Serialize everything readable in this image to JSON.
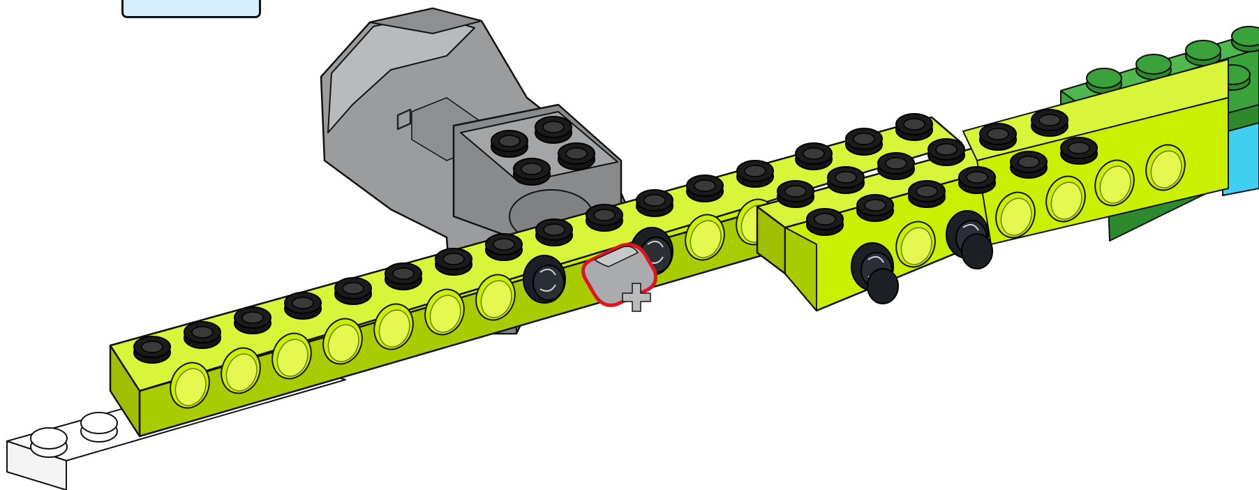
{
  "colors": {
    "background": "#ffffff",
    "lime": "#c8f000",
    "lime_light": "#d8f53a",
    "lime_dark": "#a9cc00",
    "hole": "#e4f850",
    "green": "#3aa23a",
    "green_dark": "#2c8a2c",
    "green_light": "#4fb84f",
    "azure": "#3fd0f2",
    "motor_grey": "#9a9c9e",
    "motor_grey_light": "#b8babc",
    "motor_grey_dark": "#7f8183",
    "stud_black": "#151515",
    "pin_black": "#1c2025",
    "callout_fill": "#d7eeff",
    "highlight_red": "#e0141e",
    "axle_grey": "#a9abad",
    "outline": "#111111"
  },
  "parts": [
    {
      "name": "medium-motor",
      "color": "motor_grey"
    },
    {
      "name": "beam-1x16-lime",
      "color": "lime",
      "studs": 16
    },
    {
      "name": "brick-2x4-lime",
      "color": "lime"
    },
    {
      "name": "plate-green",
      "color": "green"
    },
    {
      "name": "plate-1x2-white",
      "color": "background",
      "studs": 2
    },
    {
      "name": "connector-peg-black",
      "color": "pin_black",
      "count": 4
    },
    {
      "name": "axle-grey-new",
      "color": "axle_grey",
      "highlighted": true
    }
  ]
}
